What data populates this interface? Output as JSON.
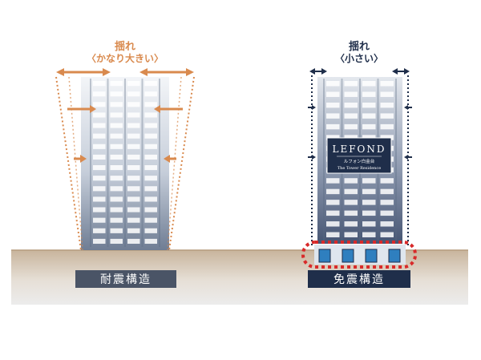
{
  "left_building": {
    "sway_title": "揺れ",
    "sway_note": "〈かなり大きい〉",
    "structure_label": "耐震構造"
  },
  "right_building": {
    "sway_title": "揺れ",
    "sway_note": "〈小さい〉",
    "structure_label": "免震構造",
    "sign": {
      "name": "LEFOND",
      "sub_japanese": "ルフォン白金台",
      "sub_english": "The Tower Residence"
    }
  },
  "colors": {
    "left_accent": "#d98a4e",
    "right_accent": "#1f2e4a",
    "isolator_highlight": "#d82a2a",
    "ground": "#c2ad94",
    "base_label_left": "#4a5466",
    "base_label_right": "#1f2e4a"
  },
  "icons": {
    "left_arrows": "horizontal-double-arrow-icon",
    "right_arrows": "small-double-arrow-icon"
  }
}
